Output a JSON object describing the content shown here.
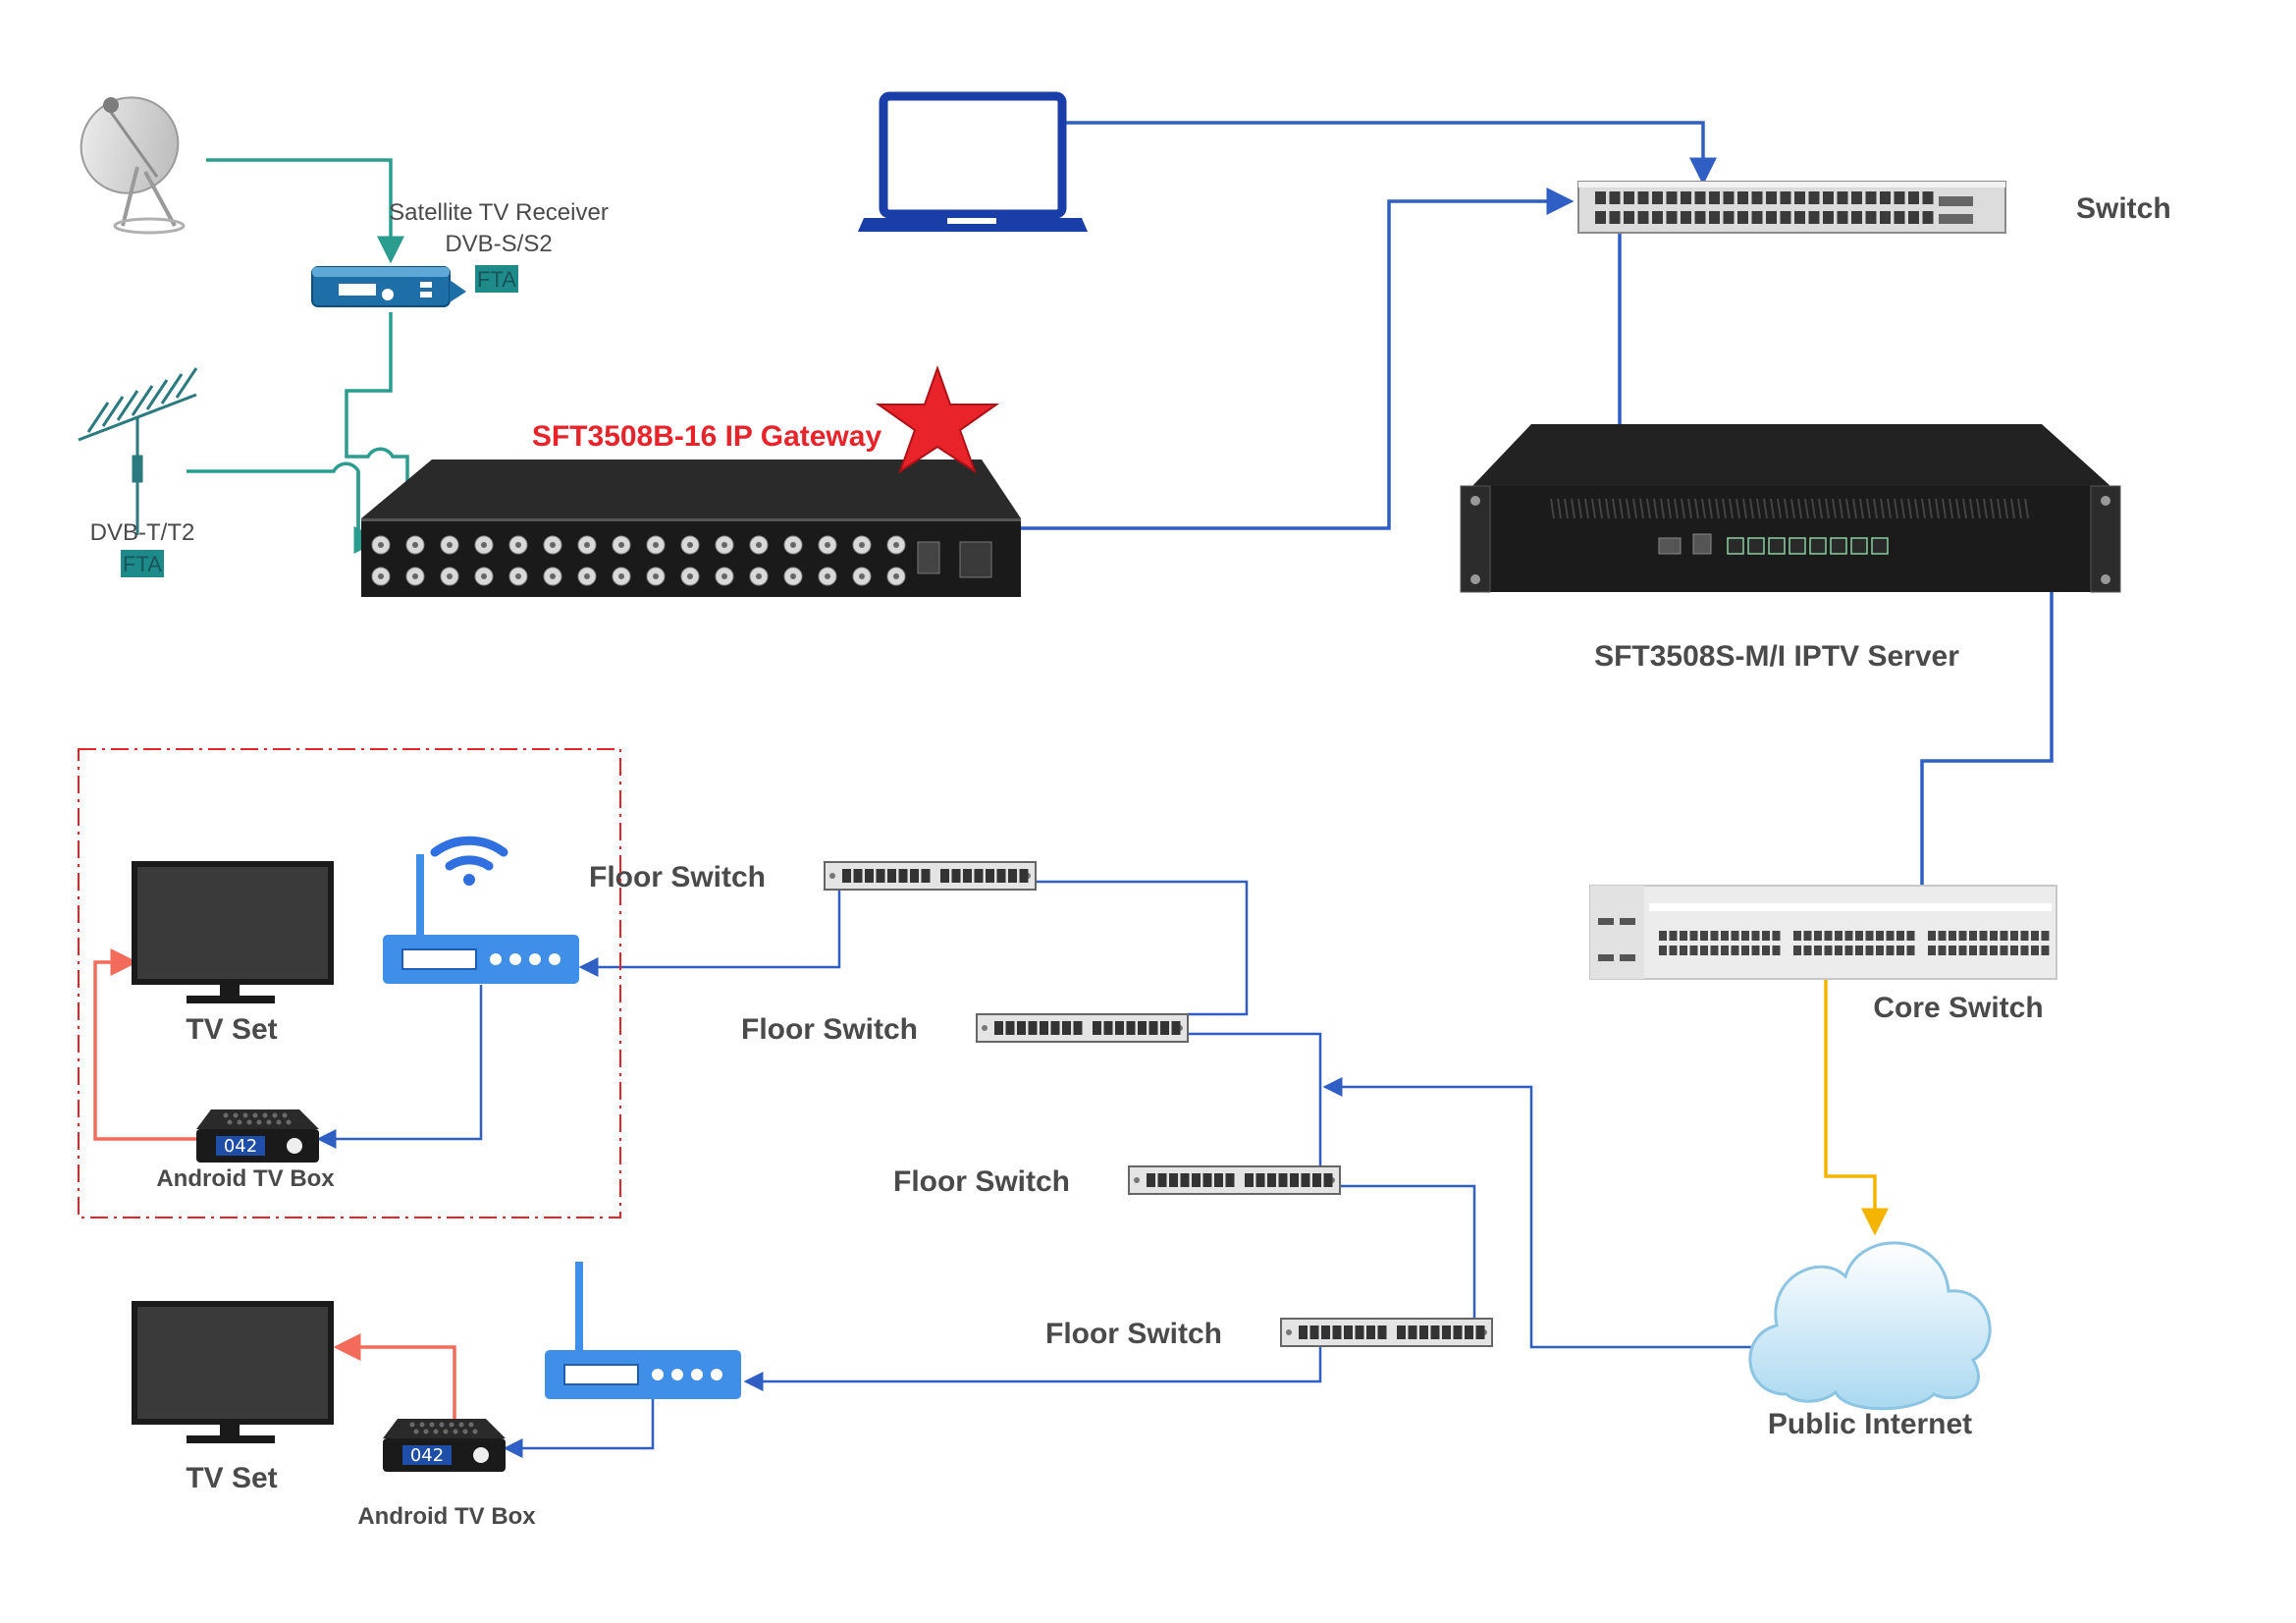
{
  "labels": {
    "satellite_receiver": "Satellite TV Receiver",
    "satellite_standard": "DVB-S/S2",
    "fta_1": "FTA",
    "terrestrial_standard": "DVB-T/T2",
    "fta_2": "FTA",
    "gateway": "SFT3508B-16 IP Gateway",
    "switch": "Switch",
    "iptv_server": "SFT3508S-M/I IPTV Server",
    "core_switch": "Core Switch",
    "public_internet": "Public Internet",
    "floor_switch_1": "Floor Switch",
    "floor_switch_2": "Floor Switch",
    "floor_switch_3": "Floor Switch",
    "floor_switch_4": "Floor Switch",
    "tv_set_1": "TV Set",
    "tv_set_2": "TV Set",
    "android_box_1": "Android TV Box",
    "android_box_2": "Android TV Box",
    "box_display_1": "042",
    "box_display_2": "042"
  },
  "colors": {
    "rf_line": "#2a9d8f",
    "ip_line": "#2f5fc4",
    "internet_line": "#f4b400",
    "hdmi_line": "#f26b5b",
    "gateway_label": "#e8232a",
    "router": "#3f8fe8"
  }
}
